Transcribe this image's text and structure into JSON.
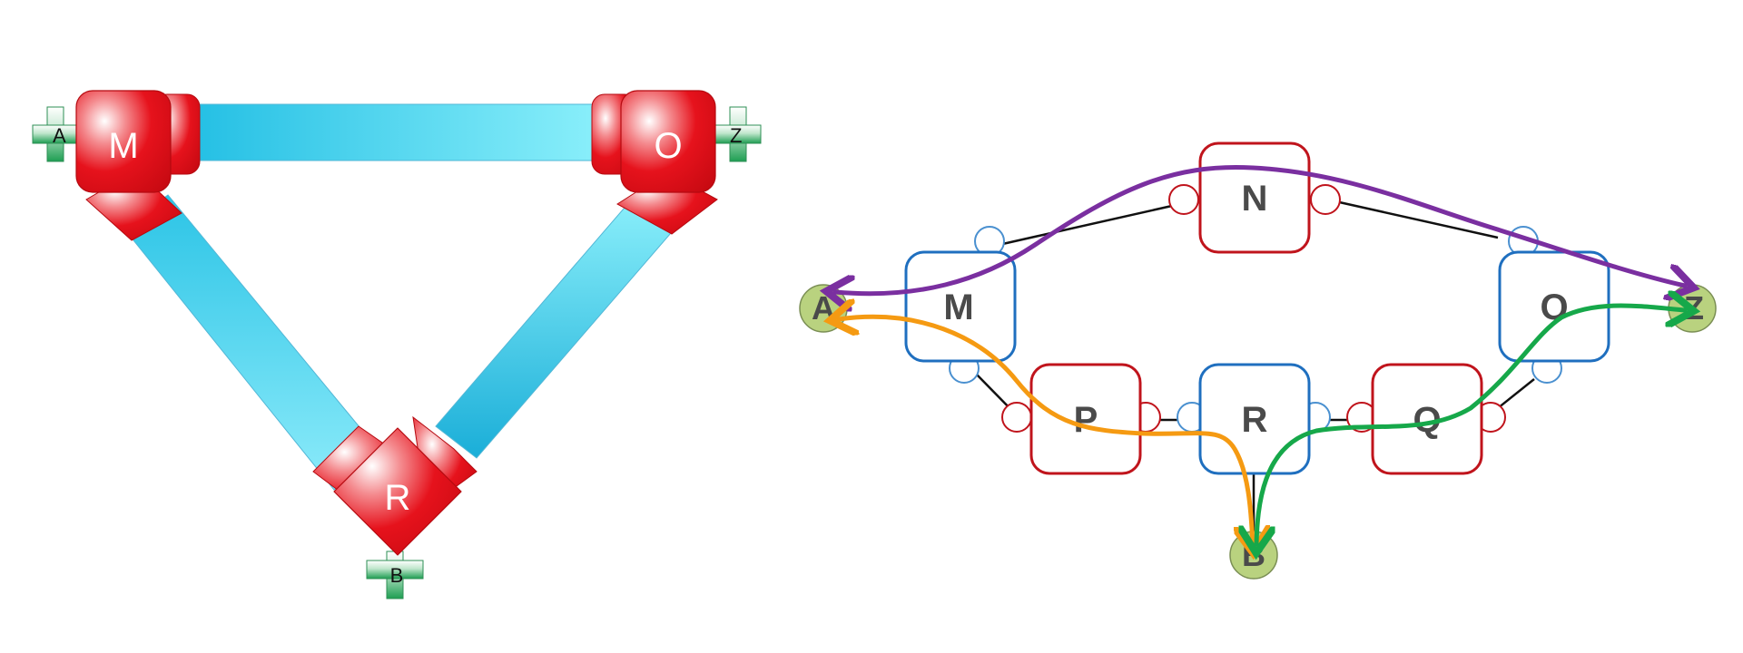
{
  "left_diagram": {
    "joints": {
      "M": "M",
      "O": "O",
      "R": "R"
    },
    "ports": {
      "A": "A",
      "Z": "Z",
      "B": "B"
    }
  },
  "right_diagram": {
    "boxes": {
      "N": "N",
      "M": "M",
      "O": "O",
      "P": "P",
      "R": "R",
      "Q": "Q"
    },
    "endpoints": {
      "A": "A",
      "Z": "Z",
      "B": "B"
    }
  },
  "colors": {
    "tube": "#2cc4e6",
    "joint": "#e8101a",
    "port": "#3bb36a",
    "box_blue": "#1f6fbf",
    "box_red": "#c0141c",
    "endpoint": "#b9d27f",
    "path_purple": "#7a2fa0",
    "path_orange": "#f59a12",
    "path_green": "#16a84a"
  }
}
